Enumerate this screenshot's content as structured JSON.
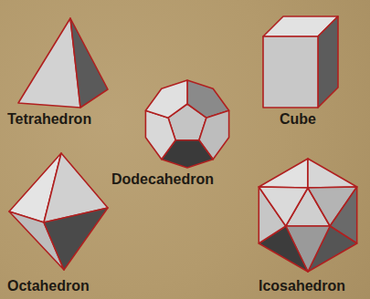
{
  "diagram": {
    "labels": [
      "Tetrahedron",
      "Cube",
      "Dodecahedron",
      "Octahedron",
      "Icosahedron"
    ]
  }
}
